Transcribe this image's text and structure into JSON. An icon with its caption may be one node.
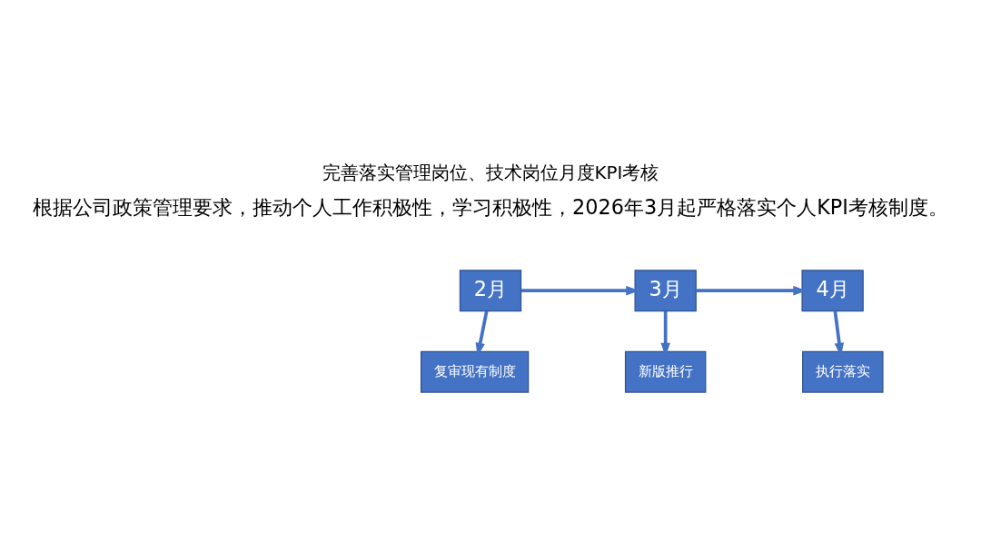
{
  "diagram": {
    "title": "完善落实管理岗位、技术岗位月度KPI考核",
    "nodes": [
      {
        "text": [
          "2月"
        ]
      },
      {
        "text": [
          "3月"
        ]
      },
      {
        "text": [
          "4月"
        ]
      },
      {
        "text": [
          "复审现有制度"
        ]
      },
      {
        "text": [
          "新版推行"
        ]
      },
      {
        "text": [
          "执行落实"
        ]
      }
    ],
    "edges": [
      {
        "from": 0,
        "to": 1,
        "arrow": "to"
      },
      {
        "from": 1,
        "to": 2,
        "arrow": "to"
      },
      {
        "from": 0,
        "to": 3,
        "arrow": "to"
      },
      {
        "from": 1,
        "to": 4,
        "arrow": "to"
      },
      {
        "from": 2,
        "to": 5,
        "arrow": "to"
      }
    ],
    "labels": [
      "根据公司政策管理要求，推动个人工作积极性，学习积极性，2026年3月起严格落实个人KPI考核制度。"
    ]
  }
}
